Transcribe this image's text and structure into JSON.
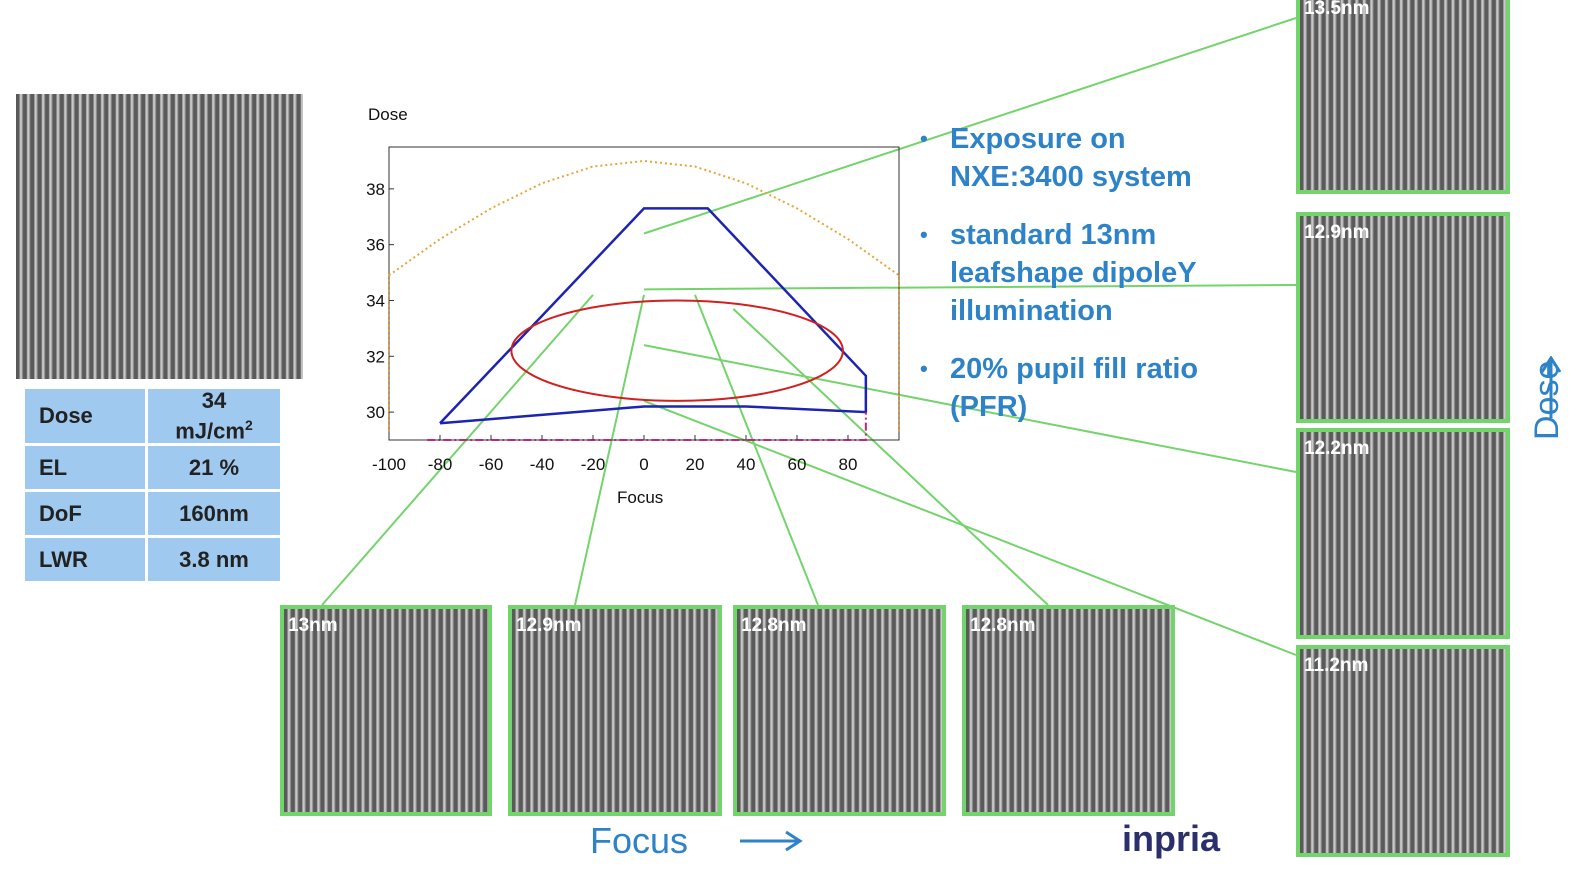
{
  "params": [
    {
      "key": "Dose",
      "value": "34",
      "unit": "mJ/cm",
      "sup": "2"
    },
    {
      "key": "EL",
      "value": "21 %"
    },
    {
      "key": "DoF",
      "value": "160nm"
    },
    {
      "key": "LWR",
      "value": "3.8 nm"
    }
  ],
  "bullets": [
    "Exposure on NXE:3400 system",
    "standard 13nm leafshape dipoleY illumination",
    "20% pupil fill ratio (PFR)"
  ],
  "focus_images": [
    "13nm",
    "12.9nm",
    "12.8nm",
    "12.8nm"
  ],
  "dose_images": [
    "13.5nm",
    "12.9nm",
    "12.2nm",
    "11.2nm"
  ],
  "axis_focus_label": "Focus",
  "axis_dose_label": "Dose",
  "logo_text": "inpria",
  "colors": {
    "accent": "#2e83c8",
    "frame": "#74d46c",
    "table": "#9fc9ee"
  },
  "chart_data": {
    "type": "line",
    "xlabel": "Focus",
    "ylabel": "Dose",
    "xlim": [
      -100,
      100
    ],
    "ylim": [
      29,
      39.5
    ],
    "xticks": [
      -100,
      -80,
      -60,
      -40,
      -20,
      0,
      20,
      40,
      60,
      80
    ],
    "yticks": [
      30,
      32,
      34,
      36,
      38
    ],
    "series": [
      {
        "color": "#1d24b0",
        "style": "solid",
        "x": [
          -80,
          0,
          25,
          87,
          87,
          40,
          0,
          -80
        ],
        "y": [
          29.6,
          37.3,
          37.3,
          31.3,
          30.0,
          30.2,
          30.2,
          29.6
        ]
      },
      {
        "color": "#e8a434",
        "style": "dotted",
        "x": [
          -100,
          -80,
          -60,
          -40,
          -20,
          0,
          20,
          40,
          60,
          80,
          100
        ],
        "y": [
          34.9,
          36.2,
          37.3,
          38.2,
          38.8,
          39.0,
          38.8,
          38.2,
          37.3,
          36.2,
          34.9
        ]
      },
      {
        "color": "#c0267a",
        "style": "dashdot",
        "x": [
          -85,
          87,
          87
        ],
        "y": [
          29.0,
          29.0,
          30.0
        ]
      },
      {
        "color": "#d21f1f",
        "style": "ellipse",
        "x": [
          -52,
          78
        ],
        "y": [
          30.4,
          34.0
        ]
      }
    ]
  }
}
